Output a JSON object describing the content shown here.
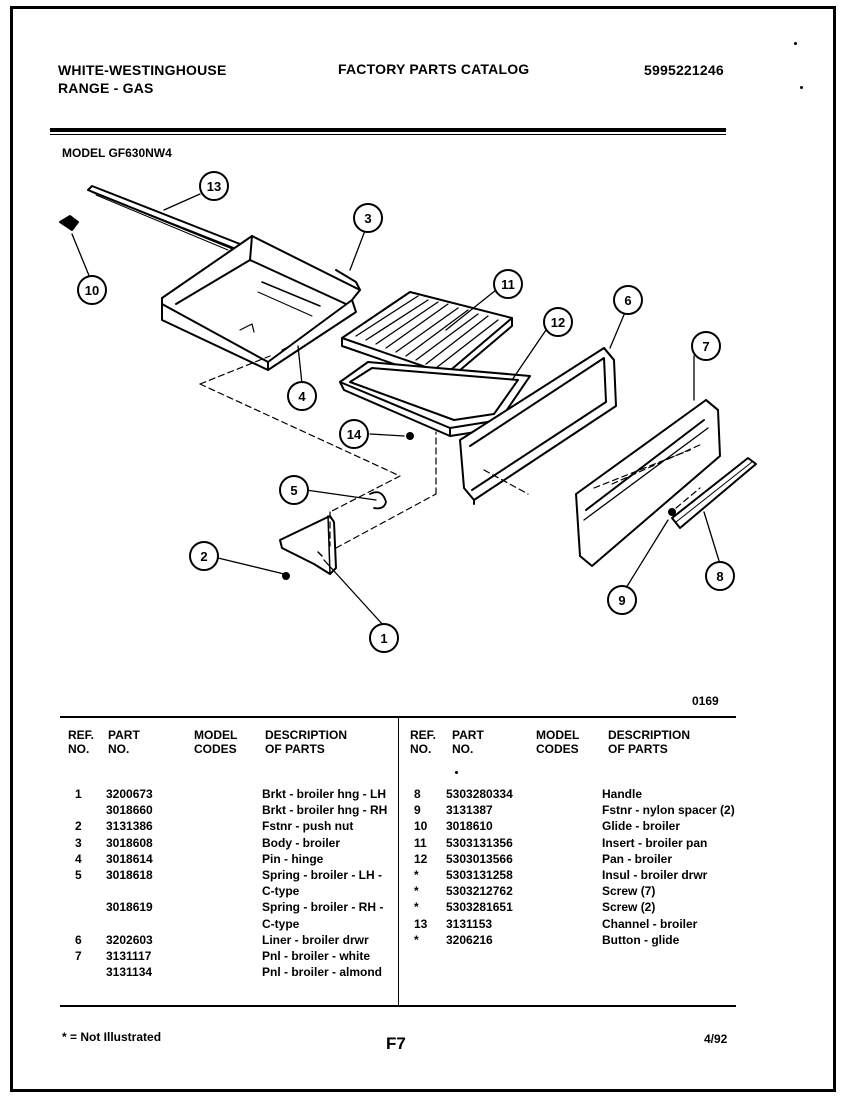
{
  "header": {
    "brand_line1": "WHITE-WESTINGHOUSE",
    "brand_line2": "RANGE - GAS",
    "catalog_title": "FACTORY PARTS CATALOG",
    "catalog_number": "5995221246",
    "model": "MODEL GF630NW4"
  },
  "diagram": {
    "callouts": [
      "13",
      "3",
      "10",
      "11",
      "12",
      "6",
      "7",
      "4",
      "14",
      "5",
      "2",
      "1",
      "9",
      "8"
    ],
    "drawing_code": "0169"
  },
  "table": {
    "headers": {
      "ref": [
        "REF.",
        "NO."
      ],
      "part": [
        "PART",
        "NO."
      ],
      "model": [
        "MODEL",
        "CODES"
      ],
      "desc": [
        "DESCRIPTION",
        "OF PARTS"
      ]
    },
    "left_rows": [
      {
        "ref": "1",
        "part": "3200673",
        "desc": "Brkt - broiler hng - LH"
      },
      {
        "ref": "",
        "part": "3018660",
        "desc": "Brkt - broiler hng - RH"
      },
      {
        "ref": "2",
        "part": "3131386",
        "desc": "Fstnr - push nut"
      },
      {
        "ref": "3",
        "part": "3018608",
        "desc": "Body - broiler"
      },
      {
        "ref": "4",
        "part": "3018614",
        "desc": "Pin - hinge"
      },
      {
        "ref": "5",
        "part": "3018618",
        "desc": "Spring - broiler - LH -"
      },
      {
        "ref": "",
        "part": "",
        "desc": "C-type"
      },
      {
        "ref": "",
        "part": "3018619",
        "desc": "Spring - broiler - RH -"
      },
      {
        "ref": "",
        "part": "",
        "desc": "C-type"
      },
      {
        "ref": "6",
        "part": "3202603",
        "desc": "Liner - broiler drwr"
      },
      {
        "ref": "7",
        "part": "3131117",
        "desc": "Pnl - broiler - white"
      },
      {
        "ref": "",
        "part": "3131134",
        "desc": "Pnl - broiler - almond"
      }
    ],
    "right_rows": [
      {
        "ref": "8",
        "part": "5303280334",
        "desc": "Handle"
      },
      {
        "ref": "9",
        "part": "3131387",
        "desc": "Fstnr - nylon spacer (2)"
      },
      {
        "ref": "10",
        "part": "3018610",
        "desc": "Glide - broiler"
      },
      {
        "ref": "11",
        "part": "5303131356",
        "desc": "Insert - broiler pan"
      },
      {
        "ref": "12",
        "part": "5303013566",
        "desc": "Pan - broiler"
      },
      {
        "ref": "*",
        "part": "5303131258",
        "desc": "Insul - broiler drwr"
      },
      {
        "ref": "*",
        "part": "5303212762",
        "desc": "Screw (7)"
      },
      {
        "ref": "*",
        "part": "5303281651",
        "desc": "Screw (2)"
      },
      {
        "ref": "13",
        "part": "3131153",
        "desc": "Channel - broiler"
      },
      {
        "ref": "*",
        "part": "3206216",
        "desc": "Button - glide"
      }
    ]
  },
  "footer": {
    "note": "* = Not Illustrated",
    "page": "F7",
    "date": "4/92"
  }
}
